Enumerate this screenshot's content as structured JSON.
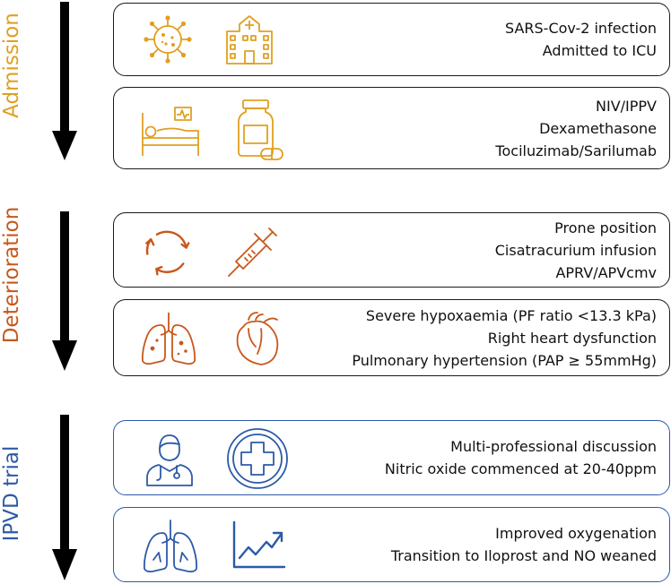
{
  "colors": {
    "admission": "#e0a020",
    "deterioration": "#c8581c",
    "ipvd": "#2d5aa8",
    "arrow": "#000000"
  },
  "phases": [
    {
      "label": "Admission",
      "boxes": [
        {
          "icons": [
            "virus-icon",
            "hospital-icon"
          ],
          "lines": [
            "SARS-Cov-2 infection",
            "Admitted to ICU"
          ]
        },
        {
          "icons": [
            "hospital-bed-icon",
            "medication-icon"
          ],
          "lines": [
            "NIV/IPPV",
            "Dexamethasone",
            "Tociluzimab/Sarilumab"
          ]
        }
      ]
    },
    {
      "label": "Deterioration",
      "boxes": [
        {
          "icons": [
            "rotation-cycle-icon",
            "syringe-icon"
          ],
          "lines": [
            "Prone position",
            "Cisatracurium infusion",
            "APRV/APVcmv"
          ]
        },
        {
          "icons": [
            "infected-lungs-icon",
            "heart-icon"
          ],
          "lines": [
            "Severe hypoxaemia (PF ratio <13.3 kPa)",
            "Right heart dysfunction",
            "Pulmonary hypertension (PAP ≥ 55mmHg)"
          ]
        }
      ]
    },
    {
      "label": "IPVD trial",
      "boxes": [
        {
          "icons": [
            "doctor-icon",
            "medical-cross-icon"
          ],
          "lines": [
            "Multi-professional discussion",
            "Nitric oxide commenced at 20-40ppm"
          ]
        },
        {
          "icons": [
            "lungs-icon",
            "trend-up-chart-icon"
          ],
          "lines": [
            "Improved oxygenation",
            "Transition to Iloprost and NO weaned"
          ]
        }
      ]
    }
  ]
}
